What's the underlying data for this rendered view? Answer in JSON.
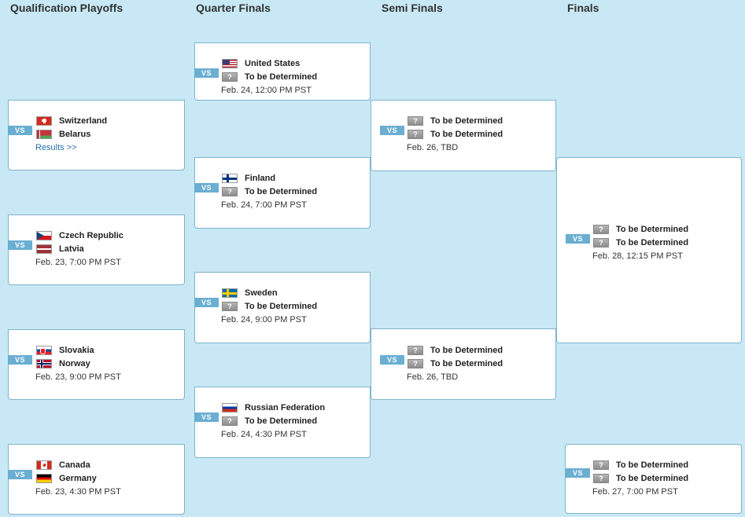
{
  "rounds": {
    "qualification": "Qualification Playoffs",
    "quarter": "Quarter Finals",
    "semi": "Semi Finals",
    "finals": "Finals"
  },
  "vs_label": "VS",
  "tbd_flag_glyph": "?",
  "matches": {
    "qp1": {
      "team1": "Switzerland",
      "team1_flag": "switzerland-flag-icon",
      "team2": "Belarus",
      "team2_flag": "belarus-flag-icon",
      "link": "Results >>"
    },
    "qp2": {
      "team1": "Czech Republic",
      "team1_flag": "czech-flag-icon",
      "team2": "Latvia",
      "team2_flag": "latvia-flag-icon",
      "date": "Feb. 23, 7:00 PM PST"
    },
    "qp3": {
      "team1": "Slovakia",
      "team1_flag": "slovakia-flag-icon",
      "team2": "Norway",
      "team2_flag": "norway-flag-icon",
      "date": "Feb. 23, 9:00 PM PST"
    },
    "qp4": {
      "team1": "Canada",
      "team1_flag": "canada-flag-icon",
      "team2": "Germany",
      "team2_flag": "germany-flag-icon",
      "date": "Feb. 23, 4:30 PM PST"
    },
    "qf1": {
      "team1": "United States",
      "team1_flag": "usa-flag-icon",
      "team2": "To be Determined",
      "date": "Feb. 24, 12:00 PM PST"
    },
    "qf2": {
      "team1": "Finland",
      "team1_flag": "finland-flag-icon",
      "team2": "To be Determined",
      "date": "Feb. 24, 7:00 PM PST"
    },
    "qf3": {
      "team1": "Sweden",
      "team1_flag": "sweden-flag-icon",
      "team2": "To be Determined",
      "date": "Feb. 24, 9:00 PM PST"
    },
    "qf4": {
      "team1": "Russian Federation",
      "team1_flag": "russia-flag-icon",
      "team2": "To be Determined",
      "date": "Feb. 24, 4:30 PM PST"
    },
    "sf1": {
      "team1": "To be Determined",
      "team2": "To be Determined",
      "date": "Feb. 26, TBD"
    },
    "sf2": {
      "team1": "To be Determined",
      "team2": "To be Determined",
      "date": "Feb. 26, TBD"
    },
    "final": {
      "team1": "To be Determined",
      "team2": "To be Determined",
      "date": "Feb. 28, 12:15 PM PST"
    },
    "bronze": {
      "team1": "To be Determined",
      "team2": "To be Determined",
      "date": "Feb. 27, 7:00 PM PST"
    }
  }
}
